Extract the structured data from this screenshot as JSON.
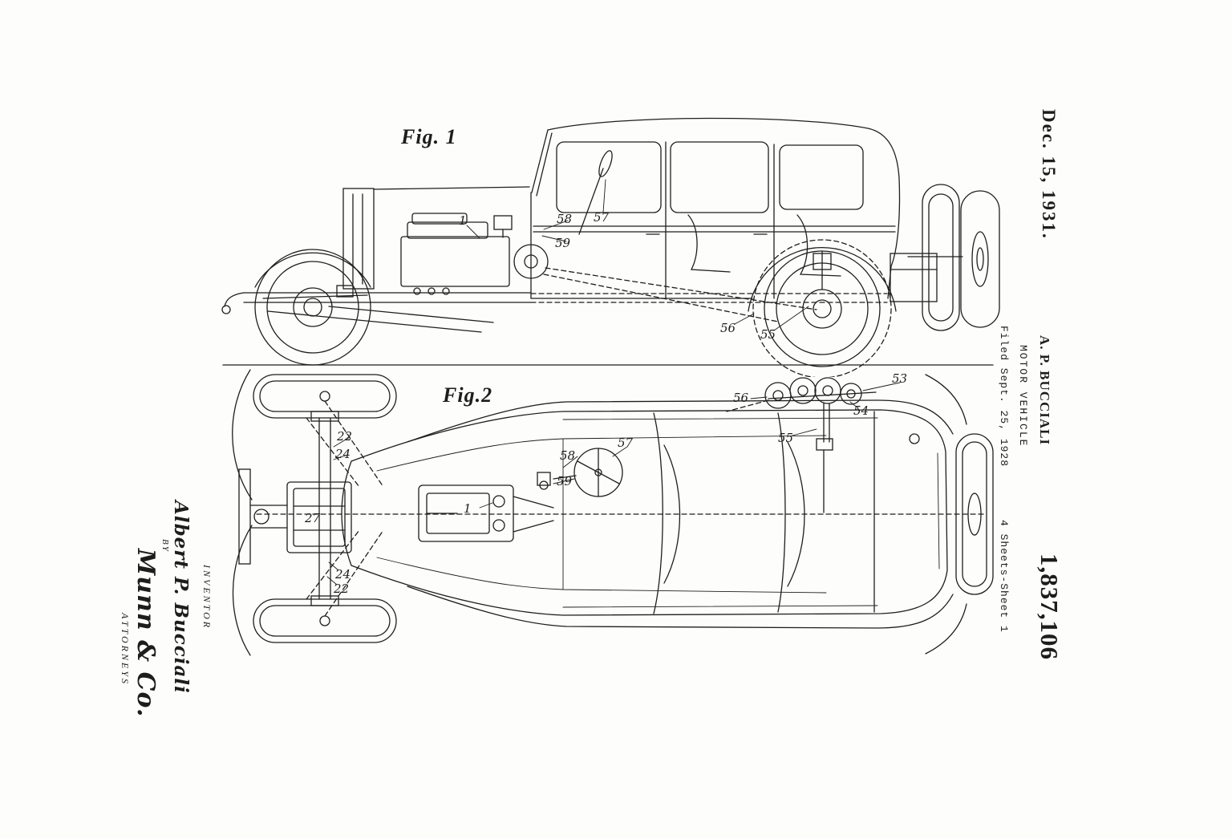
{
  "colors": {
    "paper": "#fdfdfb",
    "ink": "#1d1d1b"
  },
  "header": {
    "date": "Dec. 15, 1931.",
    "inventor": "A. P. BUCCIALI",
    "title": "MOTOR VEHICLE",
    "filed": "Filed Sept. 25, 1928",
    "sheet": "4 Sheets-Sheet 1",
    "number": "1,837,106"
  },
  "figures": [
    {
      "label": "Fig. 1",
      "view": "side elevation of motor vehicle",
      "refs": [
        {
          "n": "1"
        },
        {
          "n": "58"
        },
        {
          "n": "59"
        },
        {
          "n": "57"
        },
        {
          "n": "56"
        },
        {
          "n": "55"
        }
      ]
    },
    {
      "label": "Fig.2",
      "view": "top plan of motor vehicle chassis",
      "refs": [
        {
          "n": "22"
        },
        {
          "n": "24"
        },
        {
          "n": "27"
        },
        {
          "n": "1"
        },
        {
          "n": "58"
        },
        {
          "n": "59"
        },
        {
          "n": "57"
        },
        {
          "n": "56"
        },
        {
          "n": "55"
        },
        {
          "n": "54"
        },
        {
          "n": "53"
        },
        {
          "n": "24"
        },
        {
          "n": "22"
        }
      ]
    }
  ],
  "signature": {
    "inventor_caption": "INVENTOR",
    "inventor_name": "Albert P. Bucciali",
    "by_label": "BY",
    "attorney_signature": "Munn & Co.",
    "attorneys_caption": "ATTORNEYS"
  }
}
